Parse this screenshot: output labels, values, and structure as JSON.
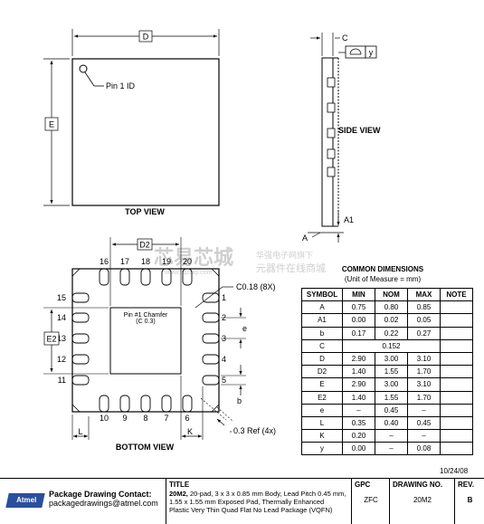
{
  "top_view": {
    "title": "TOP VIEW",
    "dim_d": "D",
    "dim_e": "E",
    "pin1": "Pin 1 ID"
  },
  "side_view": {
    "title": "SIDE VIEW",
    "dim_c": "C",
    "dim_a": "A",
    "dim_a1": "A1",
    "flatness": "y"
  },
  "bottom_view": {
    "title": "BOTTOM VIEW",
    "dim_d2": "D2",
    "dim_e2": "E2",
    "dim_e": "e",
    "dim_b": "b",
    "dim_l": "L",
    "dim_k": "K",
    "chamfer_note": "C0.18 (8X)",
    "pin_chamfer_line1": "Pin #1 Chamfer",
    "pin_chamfer_line2": "(C 0.3)",
    "ref_note": "0.3 Ref (4x)",
    "pins_top": [
      "16",
      "17",
      "18",
      "19",
      "20"
    ],
    "pins_bottom": [
      "10",
      "9",
      "8",
      "7",
      "6"
    ],
    "pins_left": [
      "15",
      "14",
      "13",
      "12",
      "11"
    ],
    "pins_right": [
      "1",
      "2",
      "3",
      "4",
      "5"
    ]
  },
  "watermark": {
    "cn1": "芯易芯城",
    "cn2": "华强电子网旗下",
    "cn3": "元器件在线商城",
    "url": "www.hqchip.com"
  },
  "common_dims": {
    "title": "COMMON DIMENSIONS",
    "subtitle": "(Unit of Measure = mm)",
    "headers": [
      "SYMBOL",
      "MIN",
      "NOM",
      "MAX",
      "NOTE"
    ],
    "rows": [
      [
        "A",
        "0.75",
        "0.80",
        "0.85",
        ""
      ],
      [
        "A1",
        "0.00",
        "0.02",
        "0.05",
        ""
      ],
      [
        "b",
        "0.17",
        "0.22",
        "0.27",
        ""
      ],
      [
        "C",
        "",
        "0.152",
        "",
        ""
      ],
      [
        "D",
        "2.90",
        "3.00",
        "3.10",
        ""
      ],
      [
        "D2",
        "1.40",
        "1.55",
        "1.70",
        ""
      ],
      [
        "E",
        "2.90",
        "3.00",
        "3.10",
        ""
      ],
      [
        "E2",
        "1.40",
        "1.55",
        "1.70",
        ""
      ],
      [
        "e",
        "–",
        "0.45",
        "–",
        ""
      ],
      [
        "L",
        "0.35",
        "0.40",
        "0.45",
        ""
      ],
      [
        "K",
        "0.20",
        "–",
        "–",
        ""
      ],
      [
        "y",
        "0.00",
        "–",
        "0.08",
        ""
      ]
    ]
  },
  "date": "10/24/08",
  "title_block": {
    "logo": "Atmel",
    "contact_title": "Package Drawing Contact:",
    "contact_email": "packagedrawings@atmel.com",
    "title_label": "TITLE",
    "title_code": "20M2,",
    "title_line1": "20-pad, 3 x 3 x 0.85 mm Body, Lead Pitch 0.45 mm,",
    "title_line2": "1.55 x 1.55 mm Exposed Pad, Thermally Enhanced",
    "title_line3": "Plastic Very Thin Quad Flat No Lead Package (VQFN)",
    "gpc_label": "GPC",
    "gpc_value": "ZFC",
    "drawing_label": "DRAWING NO.",
    "drawing_value": "20M2",
    "rev_label": "REV.",
    "rev_value": "B"
  }
}
